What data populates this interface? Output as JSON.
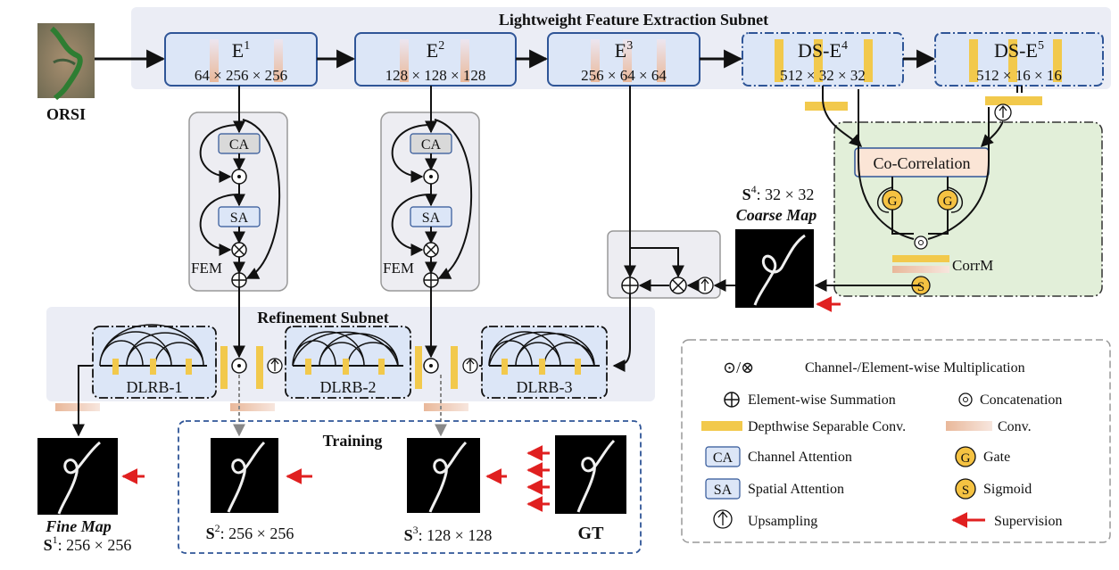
{
  "titles": {
    "extraction_subnet": "Lightweight Feature Extraction Subnet",
    "refinement_subnet": "Refinement Subnet",
    "training": "Training"
  },
  "input": {
    "label": "ORSI"
  },
  "encoders": [
    {
      "name": "E",
      "sup": "1",
      "dims": "64 × 256 × 256"
    },
    {
      "name": "E",
      "sup": "2",
      "dims": "128 × 128 × 128"
    },
    {
      "name": "E",
      "sup": "3",
      "dims": "256 × 64 × 64"
    },
    {
      "name": "DS-E",
      "sup": "4",
      "dims": "512 × 32 × 32"
    },
    {
      "name": "DS-E",
      "sup": "5",
      "dims": "512 × 16 × 16"
    }
  ],
  "fem": {
    "label": "FEM",
    "ca": "CA",
    "sa": "SA"
  },
  "cocorr": {
    "label": "Co-Correlation",
    "gate": "G",
    "sigmoid": "S",
    "corrm": "CorrM"
  },
  "coarse": {
    "s": "S",
    "sup": "4",
    "dims": ": 32 × 32",
    "name": "Coarse Map"
  },
  "dlrb": [
    "DLRB-1",
    "DLRB-2",
    "DLRB-3"
  ],
  "fine": {
    "name": "Fine Map",
    "s": "S",
    "sup": "1",
    "dims": ": 256 × 256"
  },
  "s2": {
    "s": "S",
    "sup": "2",
    "dims": ": 256 × 256"
  },
  "s3": {
    "s": "S",
    "sup": "3",
    "dims": ": 128 × 128"
  },
  "gt": "GT",
  "legend": {
    "mult_symbols": "⊙/⊗",
    "mult": "Channel-/Element-wise Multiplication",
    "sum": "Element-wise Summation",
    "concat": "Concatenation",
    "dsconv": "Depthwise Separable Conv.",
    "conv": "Conv.",
    "ca_abbr": "CA",
    "ca": "Channel Attention",
    "gate_abbr": "G",
    "gate": "Gate",
    "sa_abbr": "SA",
    "sa": "Spatial Attention",
    "sig_abbr": "S",
    "sigmoid": "Sigmoid",
    "up": "Upsampling",
    "sup": "Supervision"
  },
  "colors": {
    "encoder_fill": "#dce6f7",
    "encoder_stroke": "#2f5597",
    "panel": "#ebedf5",
    "fem_panel": "#ededf2",
    "cocorr_panel": "#e2efd9",
    "dsconv": "#f2c94c",
    "conv": "#f0c9b0",
    "gate": "#f5c242",
    "supervision": "#e02020",
    "cocorr_fill": "#fbe5d6"
  }
}
